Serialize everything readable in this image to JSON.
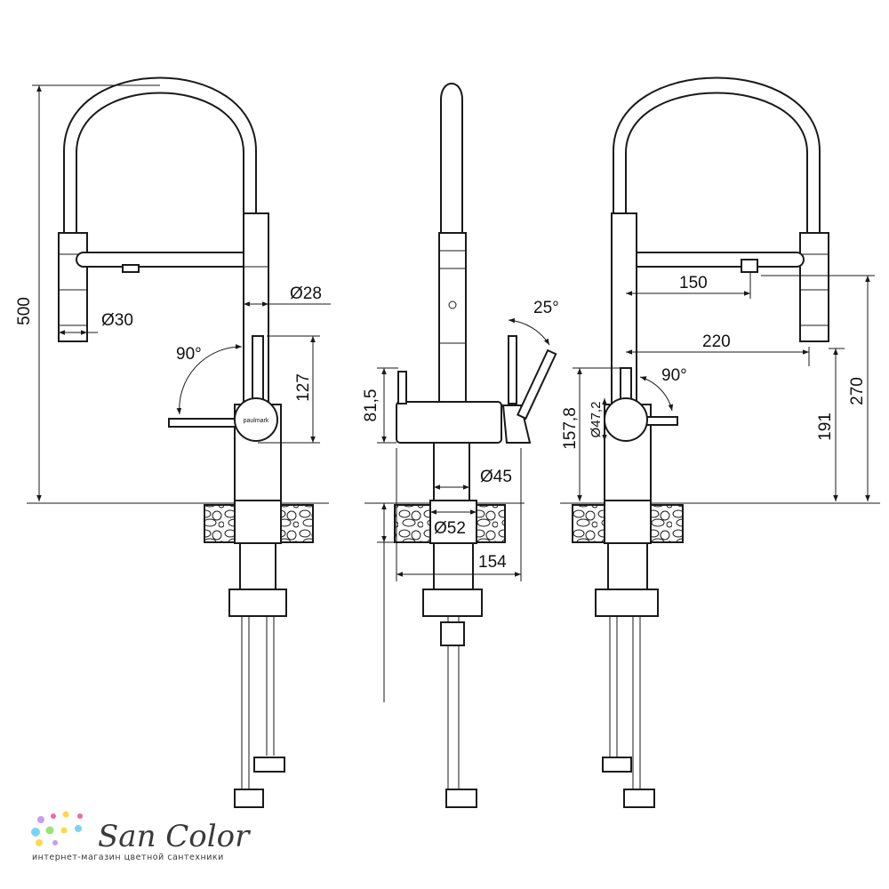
{
  "dimensions": {
    "height_total": "500",
    "hose_diameter": "Ø30",
    "body_diameter": "Ø28",
    "lever_height": "127",
    "lever_rotation": "90°",
    "side_height": "81,5",
    "lever_tilt": "25°",
    "body_base_diameter": "Ø45",
    "flange_diameter": "Ø52",
    "depth": "154",
    "reach_inner": "150",
    "reach_outer": "220",
    "height_270": "270",
    "height_191": "191",
    "height_157": "157,8",
    "knob_diameter": "Ø47,2",
    "rotation_right": "90°"
  },
  "brand": {
    "label": "paulmark"
  },
  "logo": {
    "name": "San Color",
    "tagline": "интернет-магазин цветной сантехники",
    "dot_colors": [
      "#f06aa0",
      "#ffd84a",
      "#7ad3f5",
      "#9be37a",
      "#c59df2"
    ]
  },
  "colors": {
    "line": "#1a1a1a",
    "text": "#111111"
  }
}
